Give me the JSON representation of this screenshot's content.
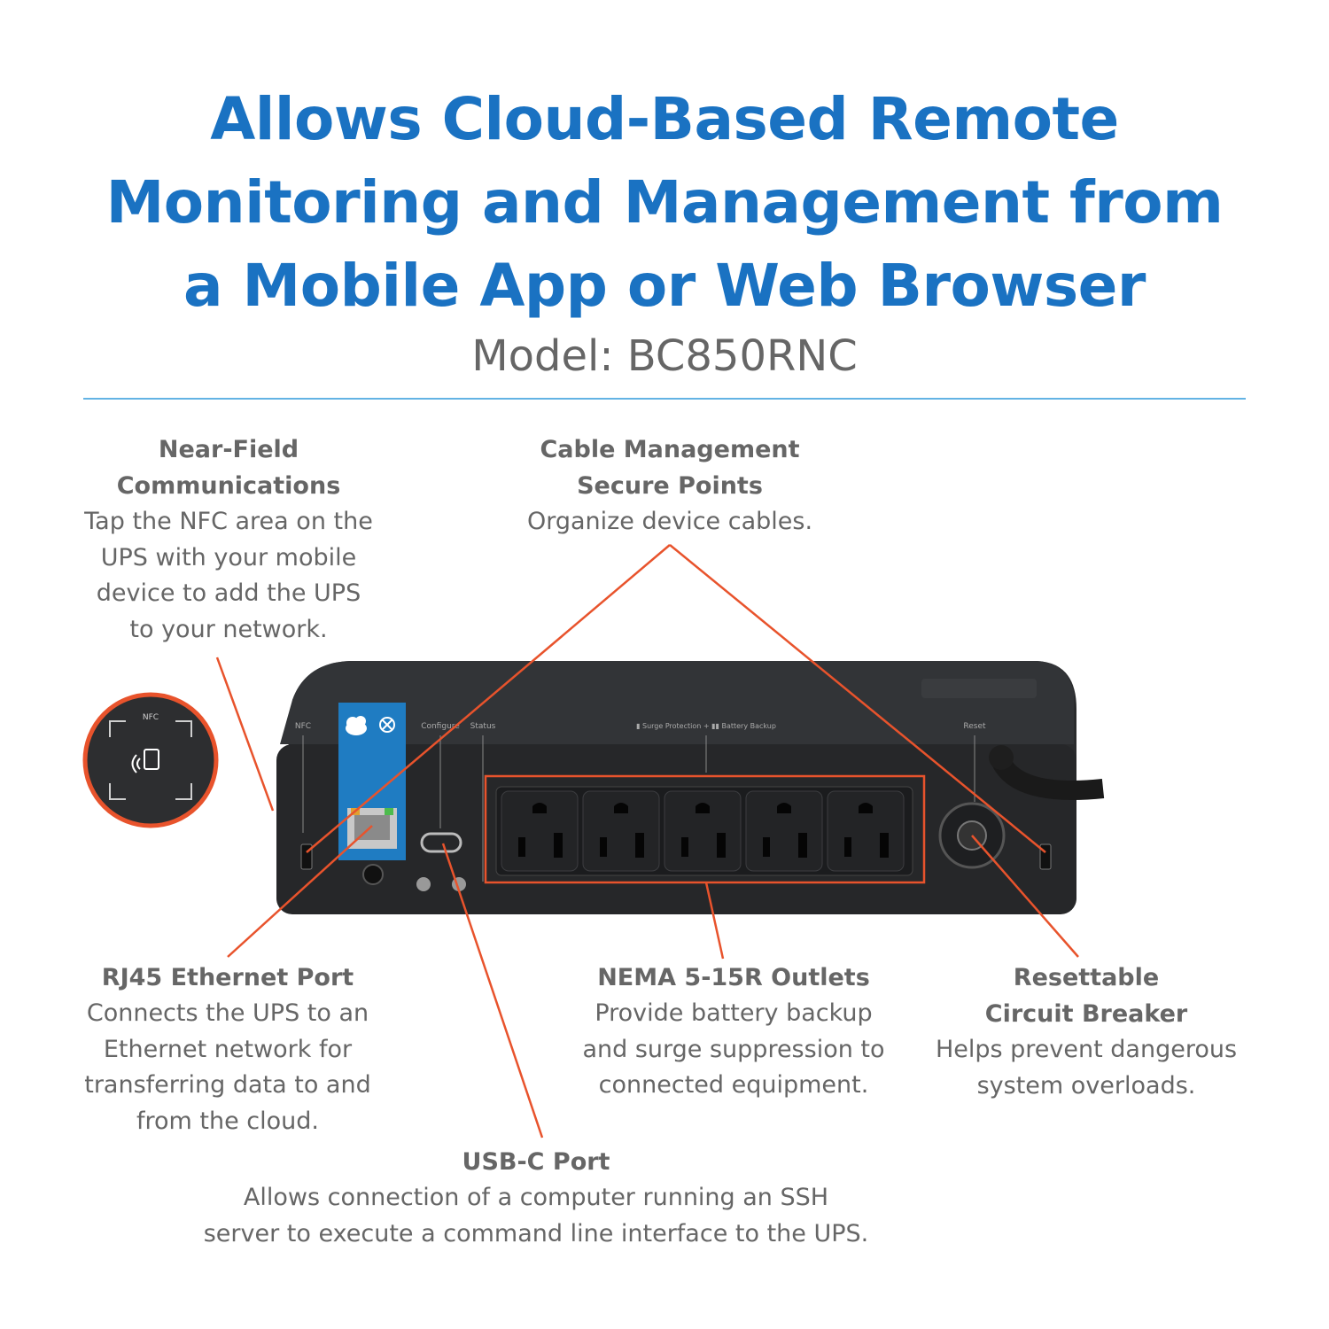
{
  "headline": {
    "line1": "Allows Cloud-Based Remote",
    "line2": "Monitoring and Management from",
    "line3": "a Mobile App or Web Browser"
  },
  "model": "Model: BC850RNC",
  "colors": {
    "headline_blue": "#1a72c2",
    "text_gray": "#666666",
    "rule_blue": "#63b3e4",
    "callout_orange": "#e8532c",
    "ups_body": "#2a2b2d",
    "panel_blue": "#1f7cc2"
  },
  "callouts": {
    "nfc": {
      "title_l1": "Near-Field",
      "title_l2": "Communications",
      "desc_l1": "Tap the NFC area on the",
      "desc_l2": "UPS with your mobile",
      "desc_l3": "device to add the UPS",
      "desc_l4": "to your network."
    },
    "cable": {
      "title_l1": "Cable Management",
      "title_l2": "Secure Points",
      "desc_l1": "Organize device cables."
    },
    "rj45": {
      "title": "RJ45 Ethernet Port",
      "desc_l1": "Connects the UPS to an",
      "desc_l2": "Ethernet network for",
      "desc_l3": "transferring data to and",
      "desc_l4": "from the cloud."
    },
    "nema": {
      "title": "NEMA 5-15R Outlets",
      "desc_l1": "Provide battery backup",
      "desc_l2": "and surge suppression to",
      "desc_l3": "connected equipment."
    },
    "breaker": {
      "title_l1": "Resettable",
      "title_l2": "Circuit Breaker",
      "desc_l1": "Helps prevent dangerous",
      "desc_l2": "system overloads."
    },
    "usbc": {
      "title": "USB-C Port",
      "desc_l1": "Allows connection of a computer running an SSH",
      "desc_l2": "server to execute a command line interface to the UPS."
    }
  },
  "device_labels": {
    "nfc": "NFC",
    "configure": "Configure",
    "status": "Status",
    "surge_battery": "▮ Surge Protection + ▮▮ Battery Backup",
    "reset": "Reset",
    "inset_nfc": "NFC"
  },
  "icons": {
    "cloud": "cloud-icon",
    "network": "network-icon",
    "nfc_tap": "nfc-tap-icon"
  }
}
